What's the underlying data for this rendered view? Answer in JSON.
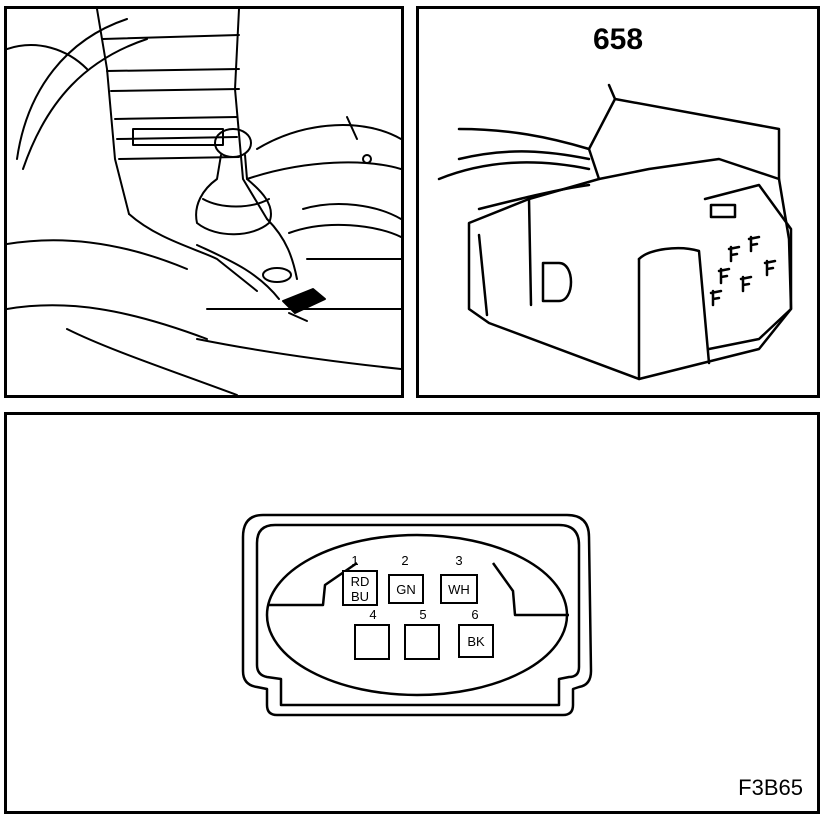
{
  "connector": {
    "id": "658"
  },
  "figure": {
    "code": "F3B65"
  },
  "pins": [
    {
      "number": "1",
      "wire": [
        "RD",
        "BU"
      ]
    },
    {
      "number": "2",
      "wire": [
        "GN"
      ]
    },
    {
      "number": "3",
      "wire": [
        "WH"
      ]
    },
    {
      "number": "4",
      "wire": []
    },
    {
      "number": "5",
      "wire": []
    },
    {
      "number": "6",
      "wire": [
        "BK"
      ]
    }
  ]
}
